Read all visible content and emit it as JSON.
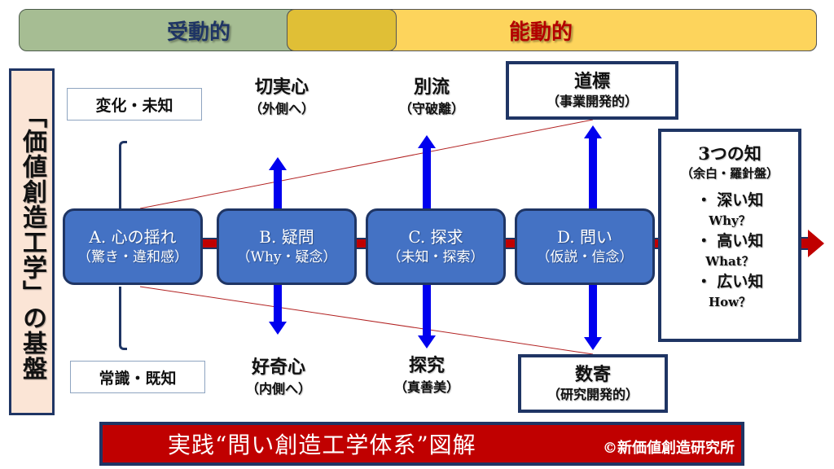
{
  "header": {
    "passive_label": "受動的",
    "active_label": "能動的"
  },
  "left_title": "「価値創造工学」の基盤",
  "tags": {
    "top": "変化・未知",
    "bottom": "常識・既知"
  },
  "stages": [
    {
      "title": "A. 心の揺れ",
      "subtitle": "（驚き・違和感）"
    },
    {
      "title": "B. 疑問",
      "subtitle": "（Why・疑念）"
    },
    {
      "title": "C. 探求",
      "subtitle": "（未知・探索）"
    },
    {
      "title": "D. 問い",
      "subtitle": "（仮説・信念）"
    }
  ],
  "above": [
    {
      "title": "切実心",
      "subtitle": "（外側へ）"
    },
    {
      "title": "別流",
      "subtitle": "（守破離）"
    },
    {
      "title": "道標",
      "subtitle": "（事業開発的）"
    }
  ],
  "below": [
    {
      "title": "好奇心",
      "subtitle": "（内側へ）"
    },
    {
      "title": "探究",
      "subtitle": "（真善美）"
    },
    {
      "title": "数寄",
      "subtitle": "（研究開発的）"
    }
  ],
  "knowledge": {
    "title": "3つの知",
    "subtitle": "（余白・羅針盤）",
    "items": [
      {
        "label": "・ 深い知",
        "question": "Why？"
      },
      {
        "label": "・ 高い知",
        "question": "What？"
      },
      {
        "label": "・ 広い知",
        "question": "How？"
      }
    ]
  },
  "banner": {
    "title": "実践“問い創造工学体系”図解",
    "copyright": "©新価値創造研究所"
  },
  "colors": {
    "passive_bg": "#a6bd93",
    "active_bg": "#fdd45c",
    "overlap_bg": "#e0bf36",
    "stage_blue": "#4472c4",
    "navy": "#1f3564",
    "red": "#c00000",
    "arrow_blue": "#0000ee"
  }
}
